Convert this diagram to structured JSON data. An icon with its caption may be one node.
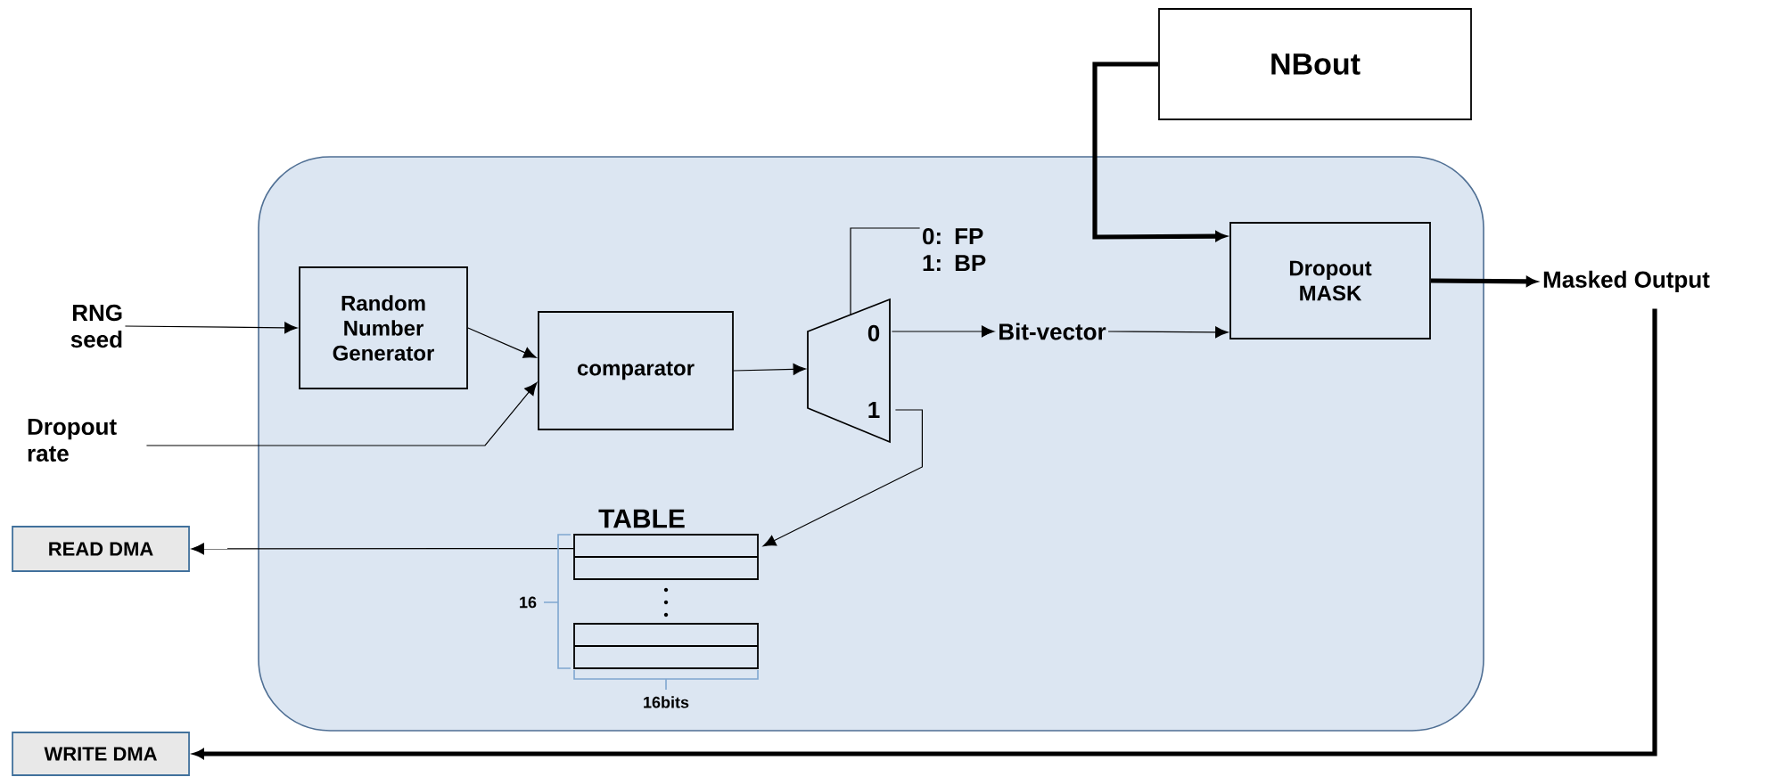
{
  "diagram": {
    "nodes": [
      {
        "text": [],
        "shape": "box"
      },
      {
        "text": [
          "RNG seed"
        ]
      },
      {
        "text": [
          "Dropout rate"
        ]
      },
      {
        "text": [
          "Random Number Generator"
        ],
        "in": 0
      },
      {
        "text": [
          "comparator"
        ],
        "in": 0
      },
      {
        "text": [
          "0",
          "1"
        ],
        "in": 0
      },
      {
        "text": [
          "0: FP 1: BP"
        ],
        "in": 0
      },
      {
        "text": [
          "Bit-vector"
        ],
        "in": 0
      },
      {
        "text": [
          "Dropout MASK"
        ],
        "in": 0
      },
      {
        "text": [
          "NBout"
        ]
      },
      {
        "text": [
          "Masked Output"
        ]
      },
      {
        "text": [
          "TABLE"
        ],
        "in": 0
      },
      {
        "text": [
          "READ DMA"
        ]
      },
      {
        "text": [
          "WRITE DMA"
        ]
      }
    ],
    "edges": [
      {
        "from": 1,
        "to": 3,
        "arrow": "to"
      },
      {
        "from": 2,
        "to": 4,
        "arrow": "to"
      },
      {
        "from": 3,
        "to": 4,
        "arrow": "to"
      },
      {
        "from": 4,
        "to": 5,
        "arrow": "to"
      },
      {
        "from": 5,
        "to": 6,
        "arrow": "none"
      },
      {
        "from": 5,
        "to": 7,
        "arrow": "to"
      },
      {
        "from": 7,
        "to": 8,
        "arrow": "to"
      },
      {
        "from": 9,
        "to": 8,
        "arrow": "to",
        "style": "thick"
      },
      {
        "from": 8,
        "to": 10,
        "arrow": "to",
        "style": "thick"
      },
      {
        "from": 5,
        "to": 11,
        "arrow": "to"
      },
      {
        "from": 11,
        "to": 12,
        "arrow": "to"
      },
      {
        "from": 10,
        "to": 13,
        "arrow": "to",
        "style": "thick"
      }
    ],
    "labels": [
      "16",
      "16bits"
    ]
  }
}
